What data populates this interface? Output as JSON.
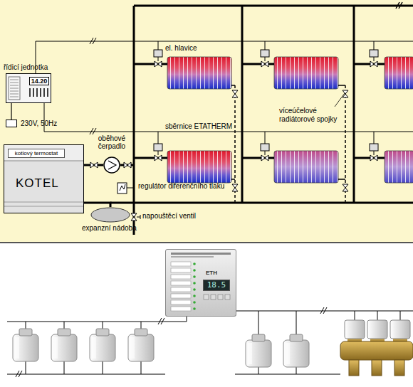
{
  "diagram": {
    "nodes": [
      {
        "text": [
          "řídicí jednotka"
        ]
      },
      {
        "text": [
          "14.20"
        ],
        "in": 0
      },
      {
        "text": [
          "230V, 50Hz"
        ]
      },
      {
        "text": [
          "KOTEL"
        ]
      },
      {
        "text": [
          "kotlový termostat"
        ],
        "in": 3
      },
      {
        "text": [
          "oběhové čerpadlo"
        ]
      },
      {
        "text": [
          "expanzní nádoba"
        ]
      },
      {
        "text": [
          "ETH"
        ]
      },
      {
        "text": [
          "18.5"
        ],
        "in": 7
      }
    ],
    "edges": [
      {
        "from": 0,
        "to": 2,
        "arrow": "none"
      },
      {
        "from": 3,
        "to": 5,
        "arrow": "none"
      },
      {
        "from": 3,
        "to": 6,
        "arrow": "none"
      }
    ],
    "labels": [
      "el. hlavice",
      "sběrnice ETATHERM",
      "víceúčelové radiátorové spojky",
      "regulátor diferenčního tlaku",
      "napouštěcí ventil"
    ]
  }
}
